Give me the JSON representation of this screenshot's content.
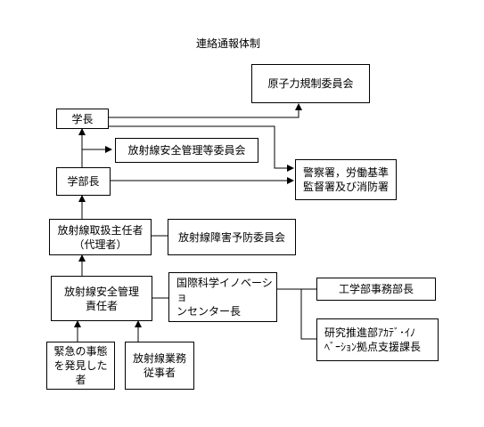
{
  "diagram": {
    "title": "連絡通報体制",
    "nodes": {
      "nra": "原子力規制委員会",
      "president": "学長",
      "committee_safety": "放射線安全管理等委員会",
      "dean": "学部長",
      "police": "警察署，労働基準\n監督署及び消防署",
      "chief": "放射線取扱主任者\n（代理者）",
      "committee_prevention": "放射線障害予防委員会",
      "manager": "放射線安全管理\n責任者",
      "innovation": "国際科学イノベーショ\nンセンター長",
      "eng_office": "工学部事務部長",
      "research": "研究推進部ｱｶﾃﾞ･ｲﾉ\nﾍﾞｰｼｮﾝ拠点支援課長",
      "discoverer": "緊急の事態\nを発見した者",
      "worker": "放射線業務\n従事者"
    }
  }
}
